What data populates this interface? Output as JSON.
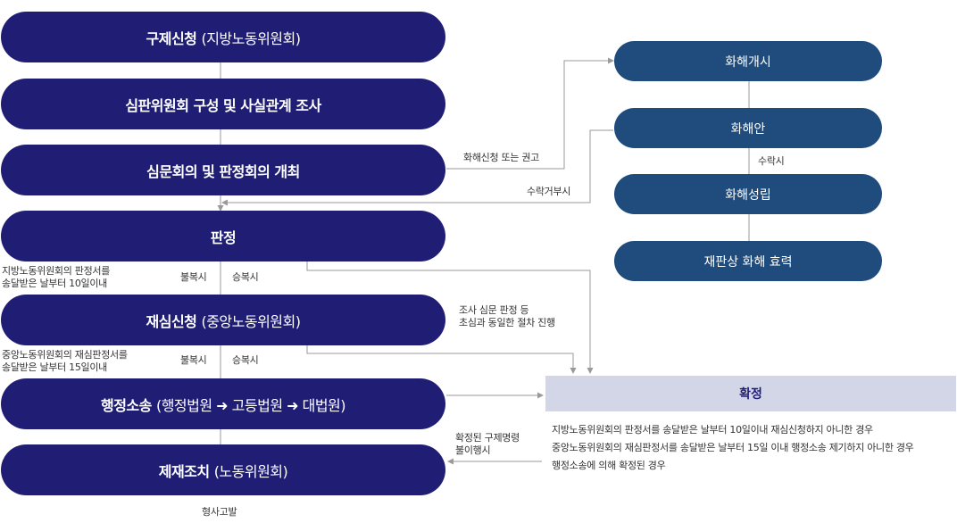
{
  "left_steps": [
    {
      "main": "구제신청",
      "sub": "(지방노동위원회)"
    },
    {
      "main": "심판위원회 구성 및 사실관계 조사",
      "sub": ""
    },
    {
      "main": "심문회의 및 판정회의 개최",
      "sub": ""
    },
    {
      "main": "판정",
      "sub": ""
    },
    {
      "main": "재심신청",
      "sub": "(중앙노동위원회)"
    },
    {
      "main": "행정소송",
      "sub": "(행정법원 ➜ 고등법원 ➜ 대법원)"
    },
    {
      "main": "제재조치",
      "sub": "(노동위원회)"
    }
  ],
  "right_steps": [
    "화해개시",
    "화해안",
    "화해성립",
    "재판상 화해 효력"
  ],
  "labels": {
    "settlement_request": "화해신청 또는 권고",
    "reject": "수락거부시",
    "accept": "수락시",
    "note1_line1": "지방노동위원회의 판정서를",
    "note1_line2": "송달받은 날부터 10일이내",
    "dissatisfied": "불복시",
    "win": "승복시",
    "note_review_line1": "조사 심문 판정 등",
    "note_review_line2": "초심과 동일한 절차 진행",
    "note2_line1": "중앙노동위원회의 재심판정서를",
    "note2_line2": "송달받은 날부터 15일이내",
    "dissatisfied2": "불복시",
    "win2": "승복시",
    "noncompliance_line1": "확정된 구제명령",
    "noncompliance_line2": "불이행시",
    "criminal": "형사고발"
  },
  "confirm": {
    "title": "확정",
    "conditions": [
      "지방노동위원회의 판정서를 송달받은 날부터 10일이내 재심신청하지 아니한 경우",
      "중앙노동위원회의 재심판정서를 송달받은 날부터 15일 이내 행정소송 제기하지 아니한 경우",
      "행정소송에 의해 확정된 경우"
    ]
  },
  "colors": {
    "navy": "#1f1e74",
    "blue": "#1f4c7c",
    "confirm_bg": "#d3d6e7",
    "line": "#9a9a9a"
  }
}
